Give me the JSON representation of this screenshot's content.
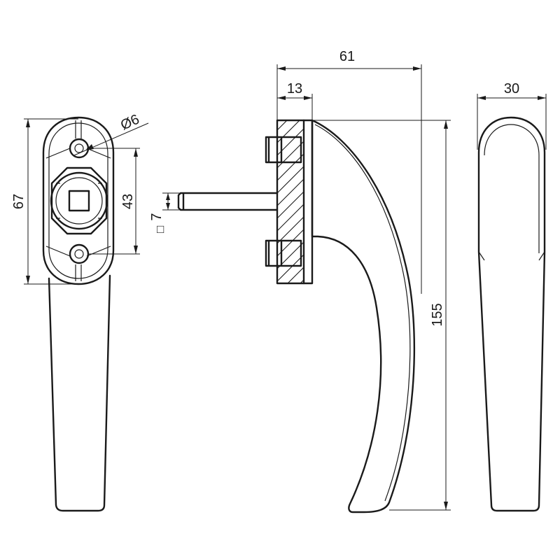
{
  "dimensions": {
    "overall_length": "61",
    "rosette_depth": "13",
    "handle_width": "30",
    "rosette_height": "67",
    "hole_spacing": "43",
    "hole_diameter": "Ø6",
    "spindle_size": "7",
    "handle_height": "155"
  },
  "symbols": {
    "square": "□"
  }
}
